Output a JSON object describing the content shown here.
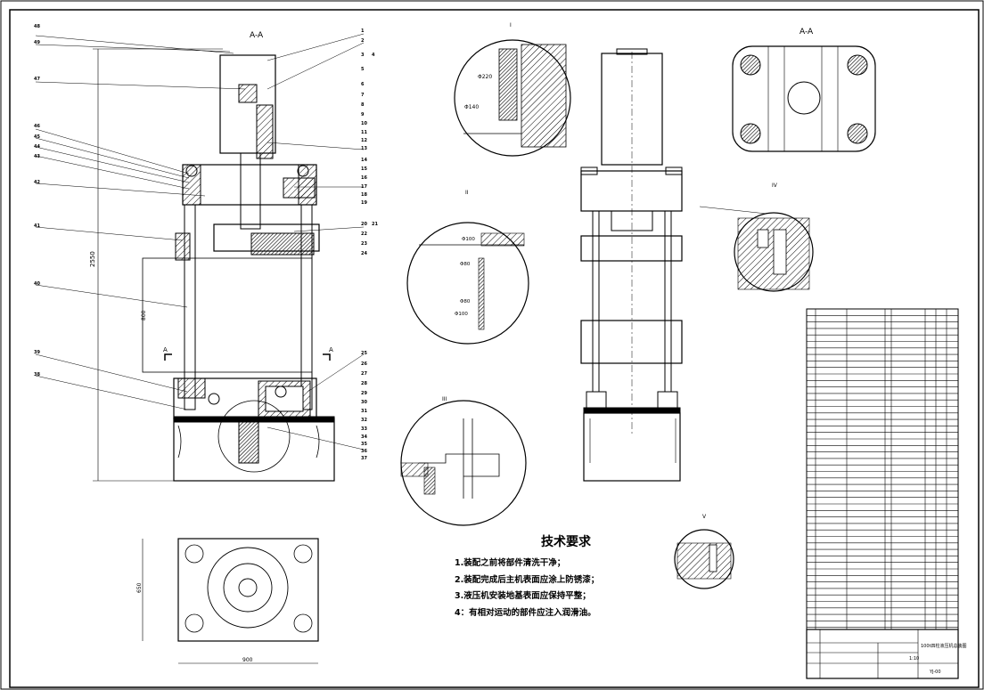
{
  "views": {
    "section_title": "A-A",
    "section_title_right": "A-A",
    "section_mark": "A",
    "detail_marks": [
      "I",
      "II",
      "III",
      "IV",
      "V"
    ]
  },
  "main_view": {
    "part_numbers_right": [
      "1",
      "2",
      "3",
      "4",
      "5",
      "6",
      "7",
      "8",
      "9",
      "10",
      "11",
      "12",
      "13",
      "14",
      "15",
      "16",
      "17",
      "18",
      "19",
      "20",
      "21",
      "22",
      "23",
      "24",
      "25",
      "26",
      "27",
      "28",
      "29",
      "30",
      "31",
      "32",
      "33",
      "34",
      "35",
      "36",
      "37"
    ],
    "part_numbers_left": [
      "48",
      "49",
      "47",
      "46",
      "45",
      "44",
      "43",
      "42",
      "41",
      "40",
      "39",
      "38"
    ],
    "dim_height": "2550",
    "dim_stroke": "800"
  },
  "detail_labels": {
    "d1": [
      "Φ220",
      "Φ140"
    ],
    "d2": [
      "Φ100",
      "Φ80",
      "Φ80",
      "Φ100"
    ]
  },
  "bottom_view": {
    "dim_width": "900",
    "dim_height": "650"
  },
  "tech": {
    "title": "技术要求",
    "lines": [
      "1.装配之前将部件清洗干净；",
      "2.装配完成后主机表面应涂上防锈漆；",
      "3.液压机安装地基表面应保持平整；",
      "4：有相对运动的部件应注入润滑油。"
    ]
  },
  "title_block": {
    "drawing_name": "100t四柱液压机总装图",
    "drawing_no": "YJ-00",
    "scale": "1:10"
  },
  "colors": {
    "line": "#000000",
    "paper": "#ffffff"
  }
}
